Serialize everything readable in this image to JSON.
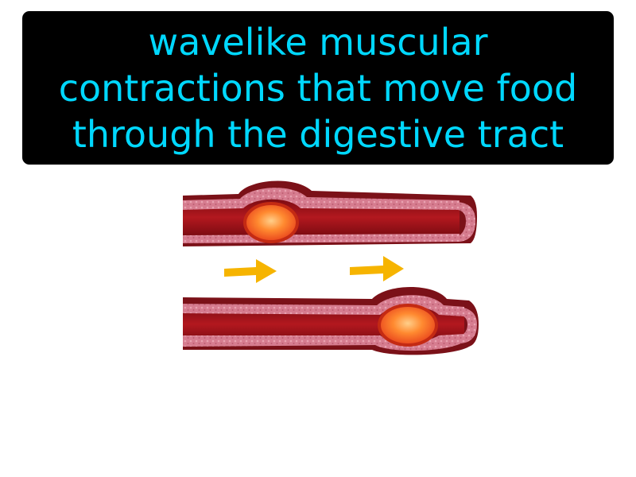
{
  "definition": {
    "lines": [
      "wavelike muscular",
      "contractions that move food",
      "through the digestive tract"
    ]
  },
  "colors": {
    "background": "#ffffff",
    "box": "#000000",
    "text": "#00d8ff",
    "tube_outer": "#7a1016",
    "tube_inner": "#a8161e",
    "tube_wall": "#d47a8c",
    "food_bolus": "#ff7a2a",
    "arrow": "#f5b800"
  },
  "icons": [
    "peristalsis-tube",
    "food-bolus",
    "right-arrow"
  ]
}
